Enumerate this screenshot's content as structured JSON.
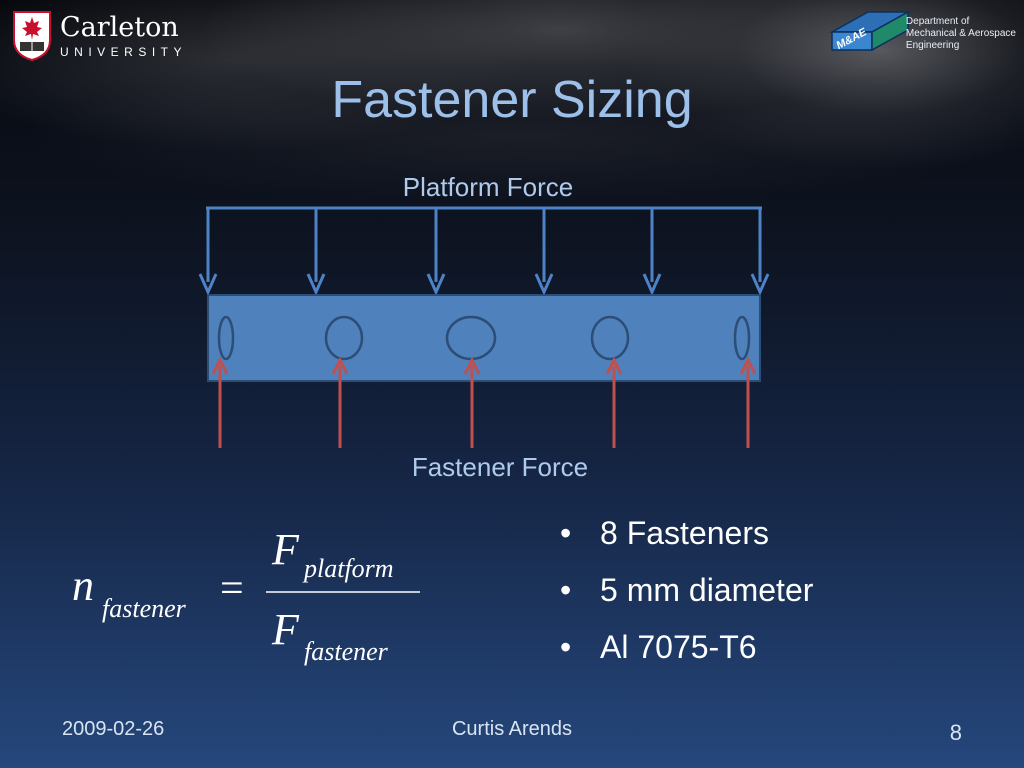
{
  "header": {
    "logo_name": "Carleton",
    "logo_sub": "UNIVERSITY",
    "dept_badge": "M&AE",
    "dept_lines": [
      "Department of",
      "Mechanical & Aerospace",
      "Engineering"
    ]
  },
  "slide": {
    "title": "Fastener Sizing"
  },
  "diagram": {
    "top_label": "Platform Force",
    "bottom_label": "Fastener Force",
    "colors": {
      "platform_arrow": "#4d83c6",
      "fastener_arrow": "#c0504d",
      "beam_fill": "#4f81bd",
      "beam_stroke": "#2c4d75"
    }
  },
  "formula": {
    "lhs_symbol": "n",
    "lhs_subscript": "fastener",
    "equals": "=",
    "num_symbol": "F",
    "num_subscript": "platform",
    "den_symbol": "F",
    "den_subscript": "fastener"
  },
  "bullets": [
    "8 Fasteners",
    "5 mm diameter",
    "Al 7075-T6"
  ],
  "footer": {
    "date": "2009-02-26",
    "author": "Curtis Arends",
    "page": "8"
  }
}
